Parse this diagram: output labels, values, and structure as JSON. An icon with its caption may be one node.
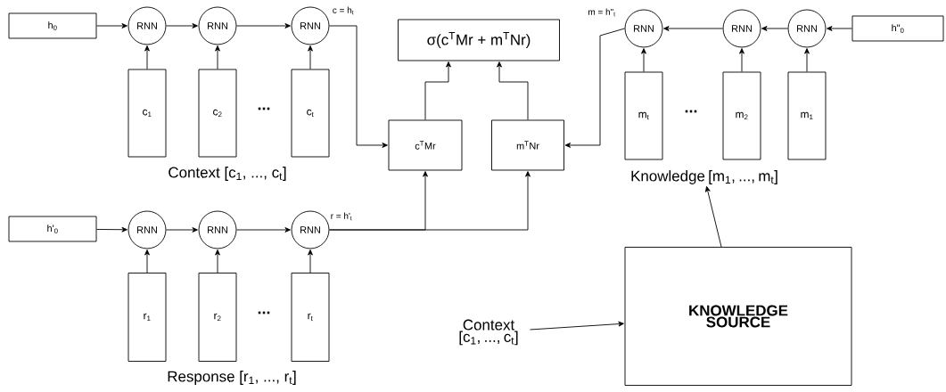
{
  "diagram": {
    "nodes": [
      {
        "text": [
          "h$_{0}$"
        ]
      },
      {
        "text": [
          "RNN"
        ]
      },
      {
        "text": [
          "RNN"
        ]
      },
      {
        "text": [
          "RNN"
        ]
      },
      {
        "text": [
          "c$_{1}$"
        ]
      },
      {
        "text": [
          "c$_{2}$"
        ]
      },
      {
        "text": [
          "c$_{t}$"
        ]
      },
      {
        "text": [
          "σ(c$^{T}$Mr + m$^{T}$Nr)"
        ]
      },
      {
        "text": [
          "c$^{T}$Mr"
        ]
      },
      {
        "text": [
          "m$^{T}$Nr"
        ]
      },
      {
        "text": [
          "RNN"
        ]
      },
      {
        "text": [
          "RNN"
        ]
      },
      {
        "text": [
          "RNN"
        ]
      },
      {
        "text": [
          "h\"$_{0}$"
        ]
      },
      {
        "text": [
          "m$_{t}$"
        ]
      },
      {
        "text": [
          "m$_{2}$"
        ]
      },
      {
        "text": [
          "m$_{1}$"
        ]
      },
      {
        "text": [
          "h'$_{0}$"
        ]
      },
      {
        "text": [
          "RNN"
        ]
      },
      {
        "text": [
          "RNN"
        ]
      },
      {
        "text": [
          "RNN"
        ]
      },
      {
        "text": [
          "r$_{1}$"
        ]
      },
      {
        "text": [
          "r$_{2}$"
        ]
      },
      {
        "text": [
          "r$_{t}$"
        ]
      },
      {
        "text": [
          "Context [c$_{1}$, ..., c$_{t}$]"
        ]
      },
      {
        "text": [
          "KNOWLEDGE SOURCE"
        ]
      },
      {
        "text": [
          "Knowledge [m$_{1}$, ..., m$_{t}$]"
        ]
      }
    ],
    "edges": [
      {
        "from": 0,
        "to": 1,
        "arrow": "to"
      },
      {
        "from": 1,
        "to": 2,
        "arrow": "to"
      },
      {
        "from": 2,
        "to": 3,
        "arrow": "to"
      },
      {
        "from": 4,
        "to": 1,
        "arrow": "to"
      },
      {
        "from": 5,
        "to": 2,
        "arrow": "to"
      },
      {
        "from": 6,
        "to": 3,
        "arrow": "to"
      },
      {
        "from": 3,
        "to": 8,
        "arrow": "to",
        "label": "c = h$_{t}$"
      },
      {
        "from": 8,
        "to": 7,
        "arrow": "to"
      },
      {
        "from": 9,
        "to": 7,
        "arrow": "to"
      },
      {
        "from": 10,
        "to": 9,
        "arrow": "to",
        "label": "m = h\"$_{t}$"
      },
      {
        "from": 11,
        "to": 10,
        "arrow": "to"
      },
      {
        "from": 12,
        "to": 11,
        "arrow": "to"
      },
      {
        "from": 13,
        "to": 12,
        "arrow": "to"
      },
      {
        "from": 14,
        "to": 10,
        "arrow": "to"
      },
      {
        "from": 15,
        "to": 11,
        "arrow": "to"
      },
      {
        "from": 16,
        "to": 12,
        "arrow": "to"
      },
      {
        "from": 17,
        "to": 18,
        "arrow": "to"
      },
      {
        "from": 18,
        "to": 19,
        "arrow": "to"
      },
      {
        "from": 19,
        "to": 20,
        "arrow": "to"
      },
      {
        "from": 21,
        "to": 18,
        "arrow": "to"
      },
      {
        "from": 22,
        "to": 19,
        "arrow": "to"
      },
      {
        "from": 23,
        "to": 20,
        "arrow": "to"
      },
      {
        "from": 20,
        "to": 8,
        "arrow": "to",
        "label": "r = h'$_{t}$"
      },
      {
        "from": 20,
        "to": 9,
        "arrow": "to"
      },
      {
        "from": 24,
        "to": 25,
        "arrow": "to"
      },
      {
        "from": 25,
        "to": 26,
        "arrow": "to"
      }
    ],
    "labels": [
      "...",
      "Context [c$_{1}$, ..., c$_{t}$]",
      "...",
      "...",
      "Response [r$_{1}$, ..., r$_{t}$]"
    ]
  }
}
